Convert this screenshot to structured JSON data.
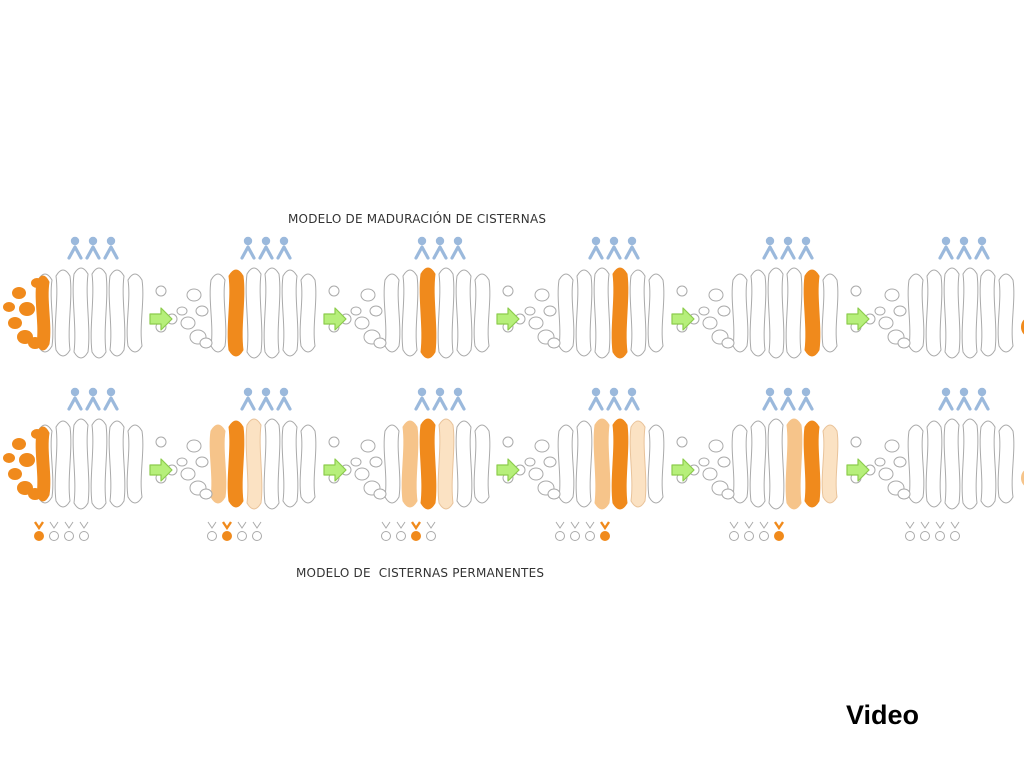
{
  "titles": {
    "maturation_model": "MODELO DE MADURACIÓN DE CISTERNAS",
    "permanent_model": "MODELO DE  CISTERNAS PERMANENTES"
  },
  "link_label": "Video",
  "colors": {
    "cargo_orange": "#f08a1c",
    "cargo_faded": "#f6c48a",
    "cargo_pale": "#fbe2c3",
    "outline": "#aaaaaa",
    "arrow_fill": "#b6ef7a",
    "arrow_stroke": "#8ccc4c",
    "coat_protein_blue": "#9bb9dc"
  },
  "rows": [
    {
      "model": "maturation",
      "stages": [
        {
          "cargo_cisterna": 0,
          "cargo_state": "entering",
          "vesicles_below": false
        },
        {
          "cargo_cisterna": 1,
          "cargo_state": "full",
          "vesicles_below": false
        },
        {
          "cargo_cisterna": 2,
          "cargo_state": "full",
          "vesicles_below": false
        },
        {
          "cargo_cisterna": 3,
          "cargo_state": "full",
          "vesicles_below": false
        },
        {
          "cargo_cisterna": 4,
          "cargo_state": "full",
          "vesicles_below": false
        },
        {
          "cargo_cisterna": 5,
          "cargo_state": "exiting",
          "vesicles_below": false
        }
      ]
    },
    {
      "model": "permanent",
      "stages": [
        {
          "cargo_cisterna": 0,
          "cargo_state": "entering",
          "vesicles_below": true
        },
        {
          "cargo_cisterna": 1,
          "cargo_state": "full",
          "vesicles_below": true
        },
        {
          "cargo_cisterna": 2,
          "cargo_state": "full",
          "vesicles_below": true
        },
        {
          "cargo_cisterna": 3,
          "cargo_state": "full",
          "vesicles_below": true
        },
        {
          "cargo_cisterna": 4,
          "cargo_state": "full",
          "vesicles_below": true
        },
        {
          "cargo_cisterna": 5,
          "cargo_state": "exiting",
          "vesicles_below": true
        }
      ]
    }
  ]
}
